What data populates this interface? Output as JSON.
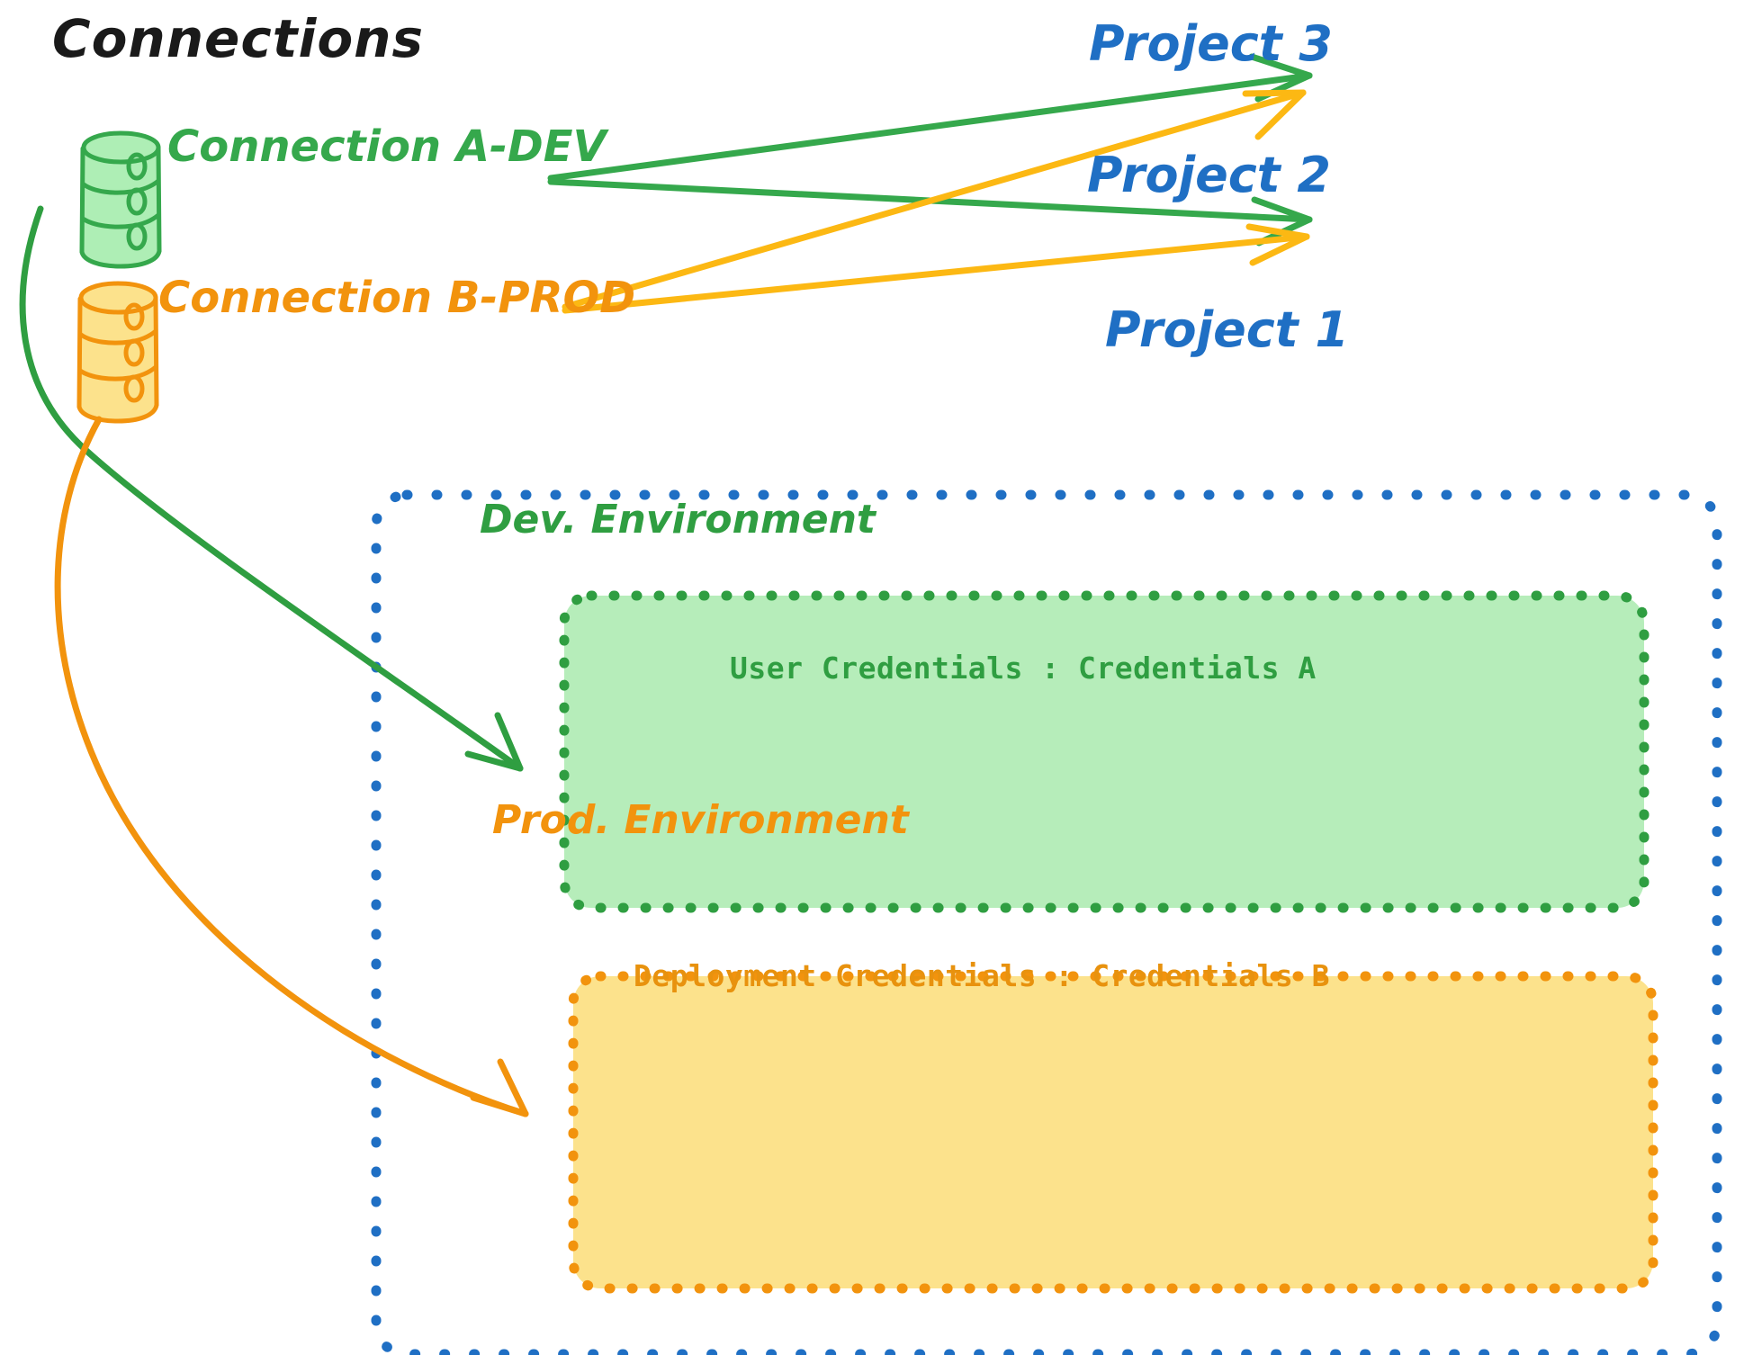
{
  "diagram": {
    "title": "Connections",
    "connections": [
      {
        "id": "a-dev",
        "label": "Connection A-DEV",
        "color": "#35a84c",
        "icon": "database-icon"
      },
      {
        "id": "b-prod",
        "label": "Connection B-PROD",
        "color": "#f2930d",
        "icon": "database-icon"
      }
    ],
    "projects": [
      {
        "id": "project-3",
        "label": "Project 3",
        "color": "#1f6fc4"
      },
      {
        "id": "project-2",
        "label": "Project 2",
        "color": "#1f6fc4"
      },
      {
        "id": "project-1",
        "label": "Project 1",
        "color": "#1f6fc4"
      }
    ],
    "environments": [
      {
        "id": "dev",
        "label": "Dev. Environment",
        "credential_label": "User Credentials : Credentials A",
        "fill": "#b6edba",
        "border": "#2f9e41",
        "text": "#2f9e41"
      },
      {
        "id": "prod",
        "label": "Prod. Environment",
        "credential_label": "Deployment Credentials : Credentials B",
        "fill": "#fce28c",
        "border": "#f2930d",
        "text": "#e8920e"
      }
    ],
    "container": {
      "id": "project-1-container",
      "border": "#1f6fc4"
    },
    "edges": [
      {
        "from": "a-dev",
        "to": "project-3",
        "color": "#35a84c",
        "style": "straight-arrow"
      },
      {
        "from": "a-dev",
        "to": "project-2",
        "color": "#35a84c",
        "style": "straight-arrow"
      },
      {
        "from": "b-prod",
        "to": "project-3",
        "color": "#fcb813",
        "style": "straight-arrow"
      },
      {
        "from": "b-prod",
        "to": "project-2",
        "color": "#fcb813",
        "style": "straight-arrow"
      },
      {
        "from": "a-dev",
        "to": "dev",
        "color": "#35a84c",
        "style": "curved-arrow"
      },
      {
        "from": "b-prod",
        "to": "prod",
        "color": "#f2930d",
        "style": "curved-arrow"
      }
    ],
    "palette": {
      "black": "#1a1a1a",
      "green_stroke": "#35a84c",
      "green_fill": "#aeeeb5",
      "orange_stroke": "#f2930d",
      "orange_fill": "#fce28c",
      "yellow_arrow": "#fcb813",
      "blue": "#1f6fc4",
      "white": "#ffffff"
    }
  }
}
